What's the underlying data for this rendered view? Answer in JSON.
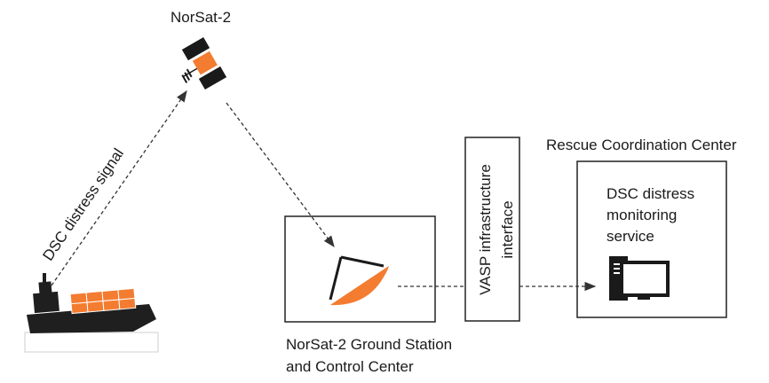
{
  "satellite": {
    "name": "NorSat-2"
  },
  "ship": {
    "signal_label": "DSC distress signal"
  },
  "ground_station": {
    "line1": "NorSat-2 Ground Station",
    "line2": "and Control Center"
  },
  "vasp": {
    "line1": "VASP infrastructure",
    "line2": "interface"
  },
  "rcc": {
    "title": "Rescue Coordination Center",
    "service_line1": "DSC distress",
    "service_line2": "monitoring",
    "service_line3": "service"
  },
  "colors": {
    "accent": "#f47c30",
    "dark": "#1a1a1a",
    "arrow": "#333333"
  }
}
